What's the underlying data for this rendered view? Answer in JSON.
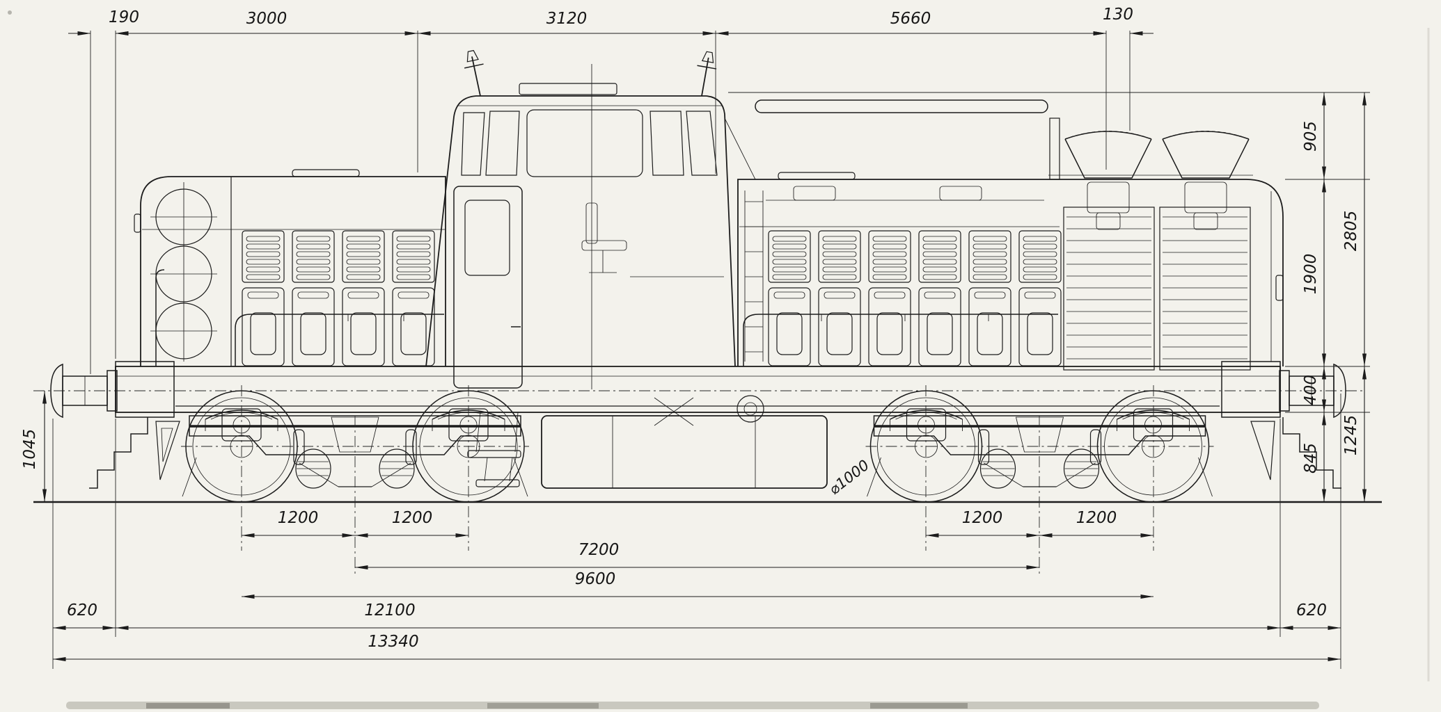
{
  "colors": {
    "paper": "#f3f2ec",
    "ink": "#1c1c1c"
  },
  "dims": {
    "top": [
      "190",
      "3000",
      "3120",
      "5660",
      "130"
    ],
    "right_inner": [
      "905",
      "1900",
      "400",
      "845"
    ],
    "right_outer": [
      "2805",
      "1245"
    ],
    "left": [
      "1045"
    ],
    "axle_spacing": [
      "1200",
      "1200",
      "1200",
      "1200"
    ],
    "bogie_centers": "7200",
    "axle_base": "9600",
    "overhang": [
      "620",
      "620"
    ],
    "frame_length": "12100",
    "overall_length": "13340",
    "wheel_diameter": "⌀1000"
  }
}
